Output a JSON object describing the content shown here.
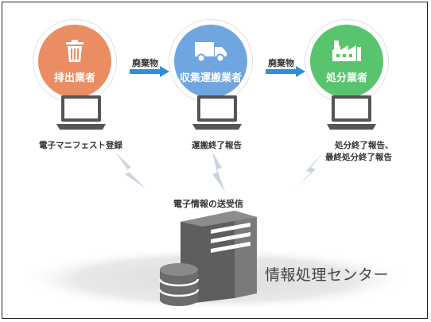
{
  "actors": [
    {
      "label": "排出業者",
      "icon": "trash-can-icon",
      "color": "#eb8d62",
      "caption": "電子マニフェスト登録"
    },
    {
      "label": "収集運搬業者",
      "icon": "truck-icon",
      "color": "#6fa6e0",
      "caption": "運搬終了報告"
    },
    {
      "label": "処分業者",
      "icon": "factory-icon",
      "color": "#59c46e",
      "caption_line1": "処分終了報告、",
      "caption_line2": "最終処分終了報告"
    }
  ],
  "arrows": [
    {
      "label": "廃棄物"
    },
    {
      "label": "廃棄物"
    }
  ],
  "center": {
    "transmission_label": "電子情報の送受信",
    "name": "情報処理センター"
  },
  "colors": {
    "arrow": "#2f8fd4",
    "server": "#6b6b6b",
    "bolt": "#c9d4df",
    "ground": "#e6e6e6"
  }
}
